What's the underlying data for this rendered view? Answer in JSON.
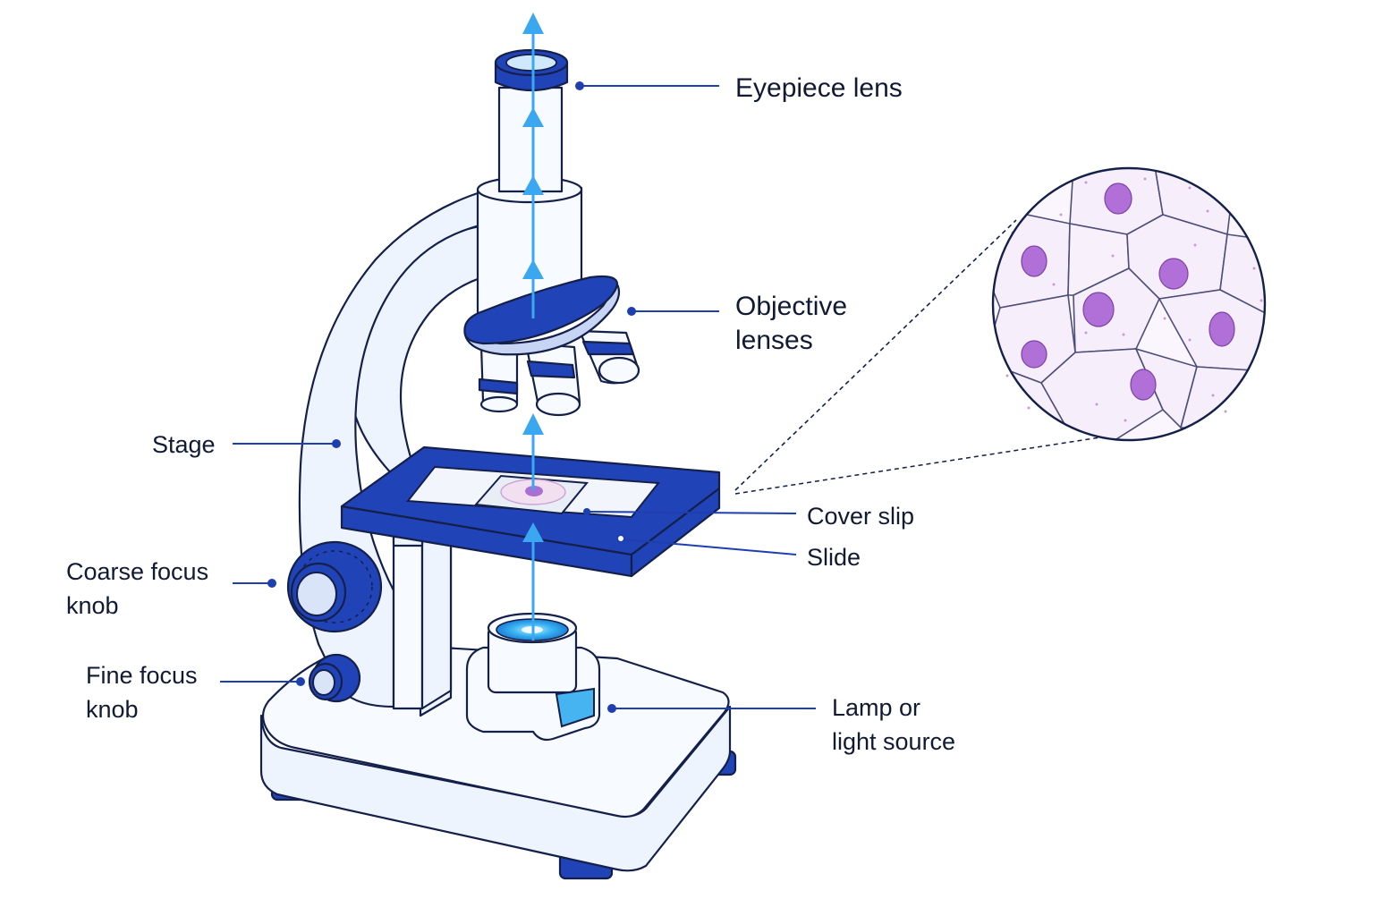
{
  "labels": {
    "eyepiece": "Eyepiece lens",
    "objective_line1": "Objective",
    "objective_line2": "lenses",
    "stage": "Stage",
    "cover_slip": "Cover slip",
    "slide": "Slide",
    "coarse_line1": "Coarse focus",
    "coarse_line2": "knob",
    "fine_line1": "Fine focus",
    "fine_line2": "knob",
    "lamp_line1": "Lamp or",
    "lamp_line2": "light source"
  },
  "colors": {
    "accent_blue": "#2143b8",
    "leader_blue": "#1d3fb0",
    "light_ray": "#3aa7f0",
    "body_fill": "#eef4fd",
    "outline": "#14204a",
    "cell_fill": "#f6eefa",
    "nucleus": "#b070d8"
  },
  "icons": [
    "microscope-illustration",
    "light-ray-arrow",
    "magnified-cells-circle"
  ]
}
